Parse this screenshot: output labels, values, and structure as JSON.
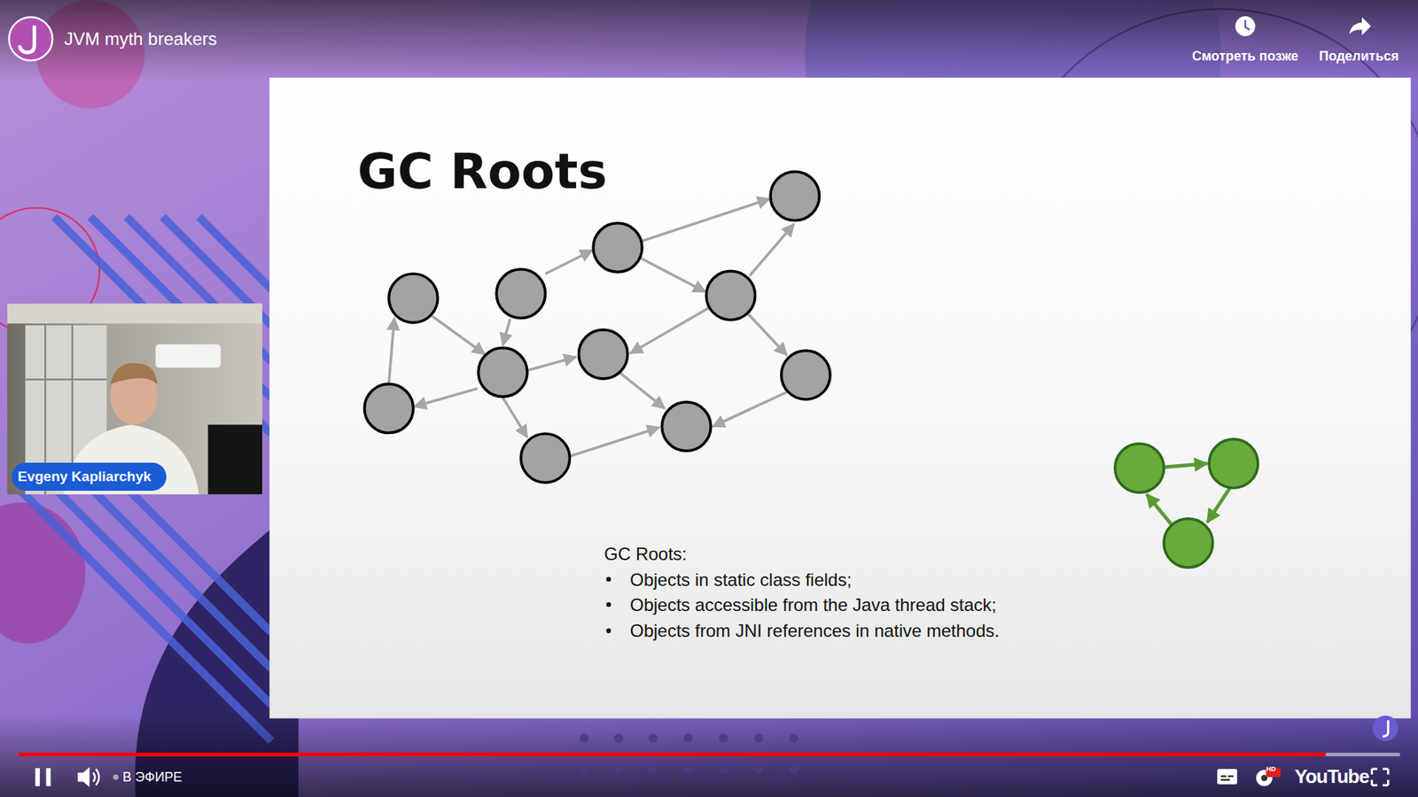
{
  "diagram": {
    "title": "GC Roots",
    "labels": [
      "JVM myth breakers",
      "Смотреть позже",
      "Поделиться",
      "Evgeny Kapliarchyk",
      "GC Roots:",
      "Objects in static class fields;",
      "Objects accessible from the Java thread stack;",
      "Objects from JNI references in native methods.",
      "В ЭФИРЕ",
      "HD",
      "YouTube"
    ]
  }
}
